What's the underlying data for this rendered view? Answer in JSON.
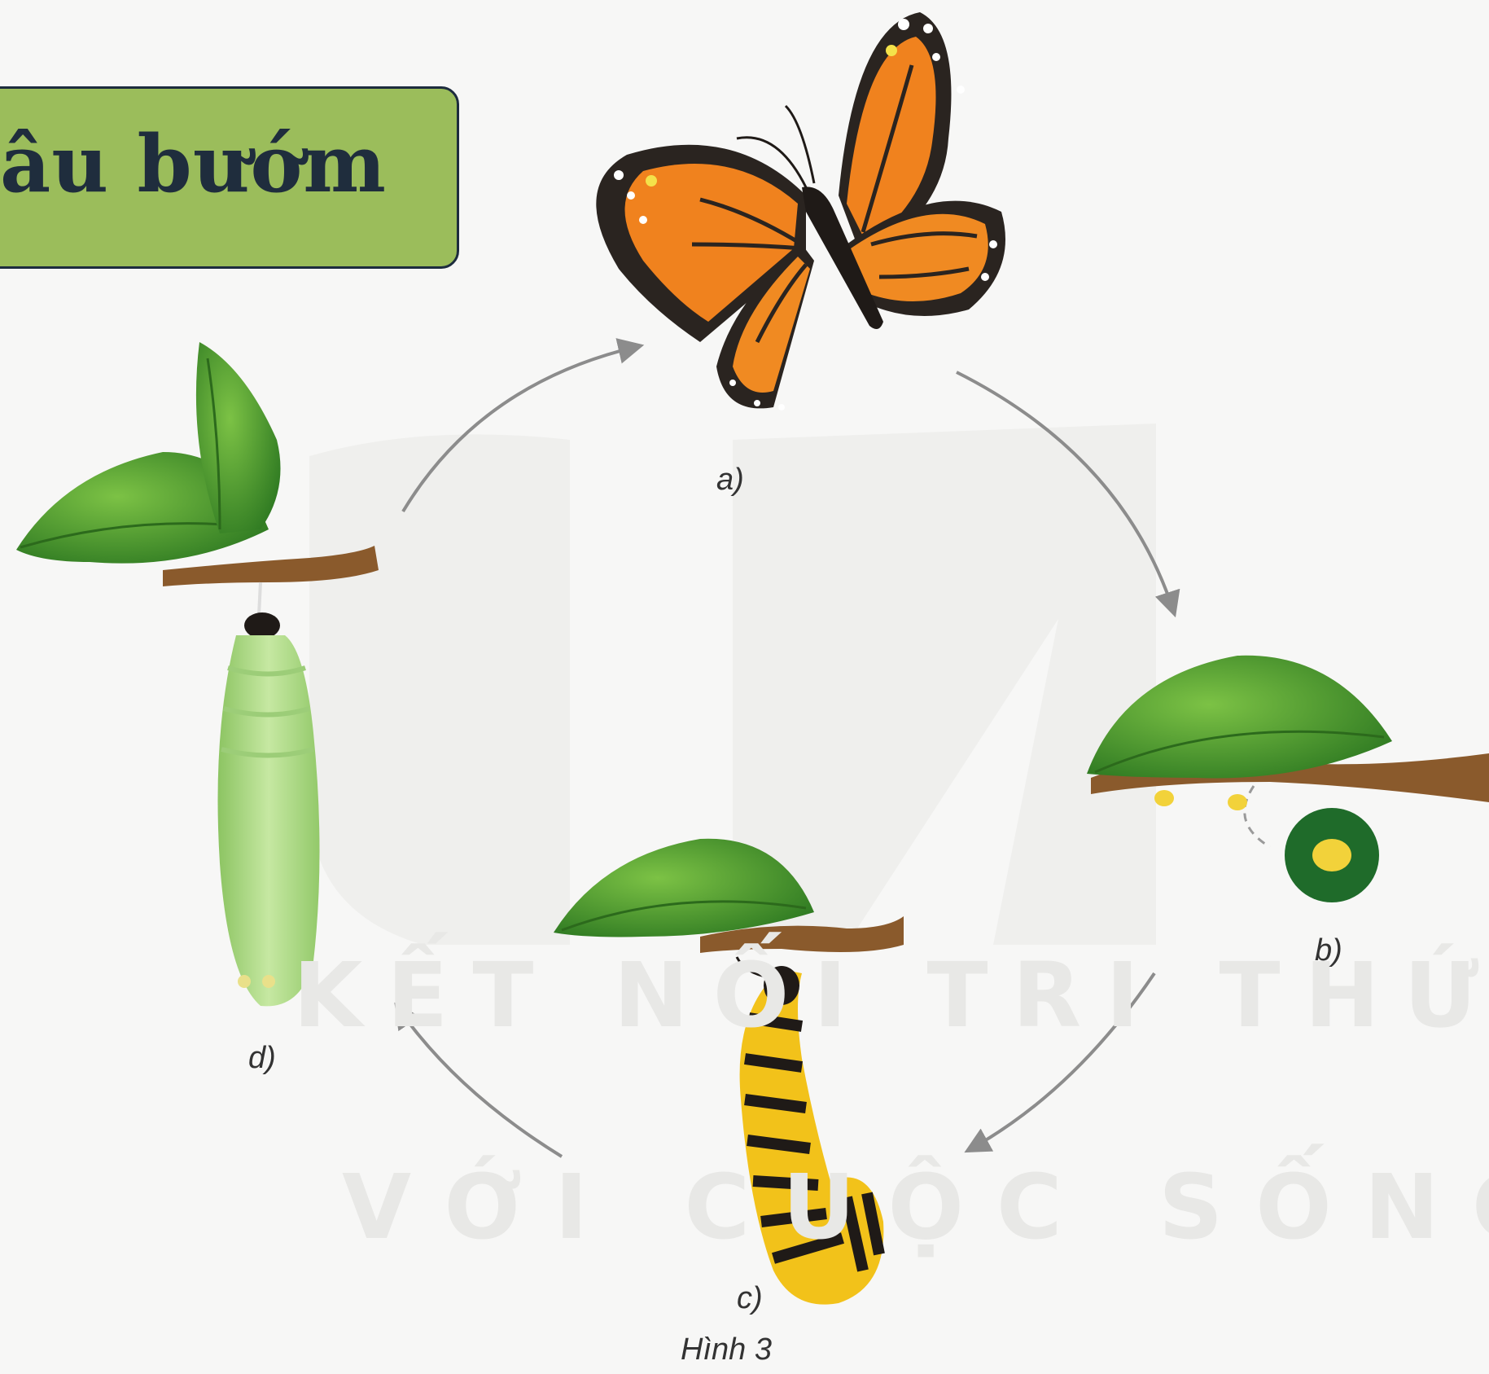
{
  "title": "âu bướm",
  "labels": {
    "a": "a)",
    "b": "b)",
    "c": "c)",
    "d": "d)"
  },
  "caption": "Hình 3",
  "watermark": {
    "line1": "KẾT NỐI TRI THỨC",
    "line2": "VỚI CUỘC SỐNG"
  },
  "colors": {
    "title_bg": "#9bbd5b",
    "title_border": "#1d2c3e",
    "wing_orange": "#f0821e",
    "wing_black": "#2a2420",
    "leaf_green": "#3f8f2a",
    "branch_brown": "#8a5a2c",
    "pupa_green": "#a7d47a",
    "caterpillar_yellow": "#f2c21a",
    "arrow_gray": "#8c8c8c"
  }
}
